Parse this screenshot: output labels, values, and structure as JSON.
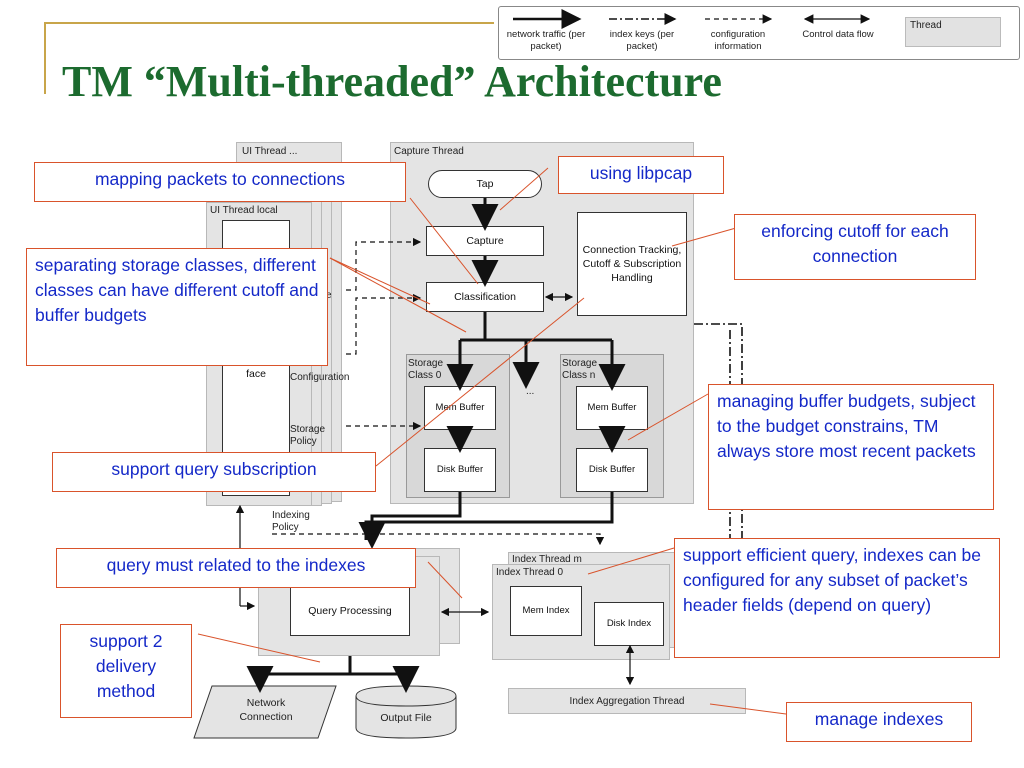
{
  "title": {
    "prefix": "TM ",
    "open_quote": "“",
    "main": "Multi-threaded",
    "close_quote": "”",
    "suffix": " Architecture"
  },
  "legend": {
    "network_traffic": "network traffic (per packet)",
    "index_keys": "index keys (per packet)",
    "configuration": "configuration information",
    "control": "Control data flow",
    "thread": "Thread"
  },
  "diagram": {
    "ui_thread": "UI Thread ...",
    "ui_thread_local": "UI Thread local",
    "face": "face",
    "ui_e": "e",
    "configuration": "Configuration",
    "storage_policy": "Storage Policy",
    "indexing_policy": "Indexing Policy",
    "capture_thread": "Capture Thread",
    "tap": "Tap",
    "capture": "Capture",
    "classification": "Classification",
    "conn_tracking": "Connection Tracking, Cutoff & Subscription Handling",
    "storage_class_0": "Storage Class 0",
    "storage_class_n": "Storage Class n",
    "mem_buffer": "Mem Buffer",
    "disk_buffer": "Disk Buffer",
    "ellipsis": "...",
    "index_thread_m": "Index Thread m",
    "index_thread_0": "Index Thread 0",
    "mem_index": "Mem Index",
    "disk_index": "Disk Index",
    "query_processing": "Query Processing",
    "index_aggregation": "Index Aggregation Thread",
    "network_connection": "Network Connection",
    "output_file": "Output File"
  },
  "callouts": {
    "mapping": "mapping packets to connections",
    "libpcap": "using libpcap",
    "cutoff": "enforcing cutoff for each connection",
    "storage_classes": "separating storage classes, different classes can have different cutoff and buffer budgets",
    "buffer_budgets": "managing buffer budgets, subject to the budget constrains, TM always store most recent packets",
    "subscription": "support query subscription",
    "query_indexes": "query must related to the indexes",
    "efficient_query": "support efficient query, indexes can be configured for any subset of packet’s header fields (depend on query)",
    "delivery": "support 2 delivery method",
    "manage_indexes": "manage indexes"
  },
  "colors": {
    "title": "#1c6b2f",
    "callout_text": "#1428c8",
    "callout_border": "#d9532b",
    "thread_fill": "#e4e4e4"
  }
}
